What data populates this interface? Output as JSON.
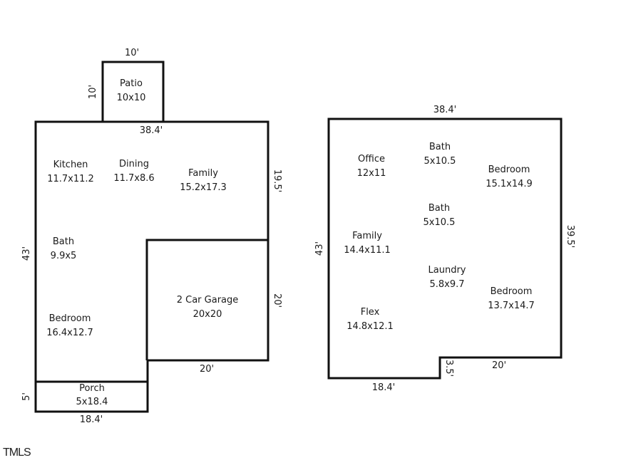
{
  "floor1": {
    "rooms": [
      {
        "name": "Patio",
        "size": "10x10"
      },
      {
        "name": "Kitchen",
        "size": "11.7x11.2"
      },
      {
        "name": "Dining",
        "size": "11.7x8.6"
      },
      {
        "name": "Family",
        "size": "15.2x17.3"
      },
      {
        "name": "Bath",
        "size": "9.9x5"
      },
      {
        "name": "Bedroom",
        "size": "16.4x12.7"
      },
      {
        "name": "2 Car Garage",
        "size": "20x20"
      },
      {
        "name": "Porch",
        "size": "5x18.4"
      }
    ],
    "dimensions": {
      "patio_top": "10'",
      "patio_left": "10'",
      "top": "38.4'",
      "right_upper": "19.5'",
      "left": "43'",
      "garage_right": "20'",
      "garage_bottom": "20'",
      "porch_left": "5'",
      "porch_bottom": "18.4'"
    }
  },
  "floor2": {
    "rooms": [
      {
        "name": "Office",
        "size": "12x11"
      },
      {
        "name": "Bath",
        "size": "5x10.5"
      },
      {
        "name": "Bedroom",
        "size": "15.1x14.9"
      },
      {
        "name": "Bath",
        "size": "5x10.5"
      },
      {
        "name": "Family",
        "size": "14.4x11.1"
      },
      {
        "name": "Laundry",
        "size": "5.8x9.7"
      },
      {
        "name": "Bedroom",
        "size": "13.7x14.7"
      },
      {
        "name": "Flex",
        "size": "14.8x12.1"
      }
    ],
    "dimensions": {
      "top": "38.4'",
      "left": "43'",
      "right": "39.5'",
      "step": "3.5'",
      "bottom_right": "20'",
      "bottom_left": "18.4'"
    }
  },
  "logo": {
    "text": "TMLS"
  }
}
